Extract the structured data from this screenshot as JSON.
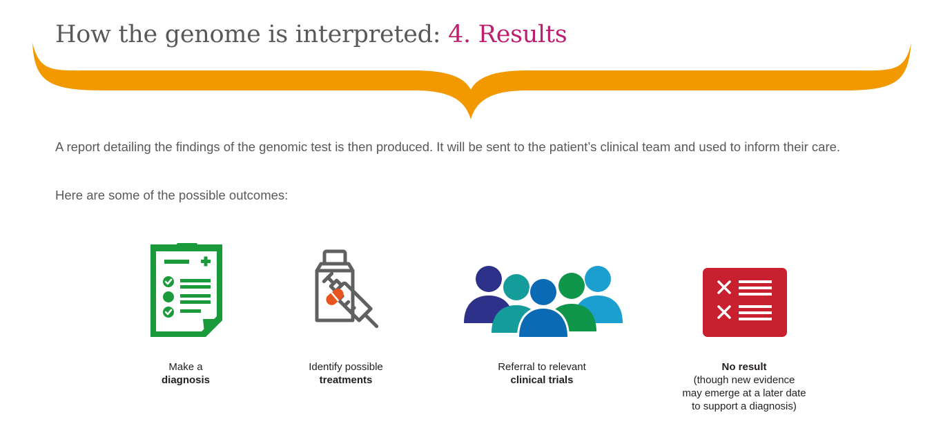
{
  "header": {
    "title_prefix": "How the genome is interpreted:",
    "title_accent": "4. Results"
  },
  "intro": {
    "paragraph": "A report detailing the findings of the genomic test is then produced. It will be sent to the patient’s clinical team and used to inform their care.",
    "outcomes_lead": "Here are some of the possible outcomes:"
  },
  "outcomes": [
    {
      "icon": "clipboard-checklist-icon",
      "line1": "Make a",
      "line2": "diagnosis"
    },
    {
      "icon": "medicine-syringe-icon",
      "line1": "Identify possible",
      "line2": "treatments"
    },
    {
      "icon": "people-group-icon",
      "line1": "Referral to relevant",
      "line2": "clinical trials"
    },
    {
      "icon": "no-result-list-icon",
      "line1": "No result",
      "line2": "(though new evidence",
      "line3": "may emerge at a later date",
      "line4": "to support a diagnosis)"
    }
  ],
  "colors": {
    "title_text": "#58595b",
    "title_accent": "#be1e6e",
    "brace": "#f29900",
    "diagnosis_green": "#1b9a3b",
    "syringe_grey": "#5f6062",
    "pill_orange": "#e8541e",
    "no_result_red": "#c8202e",
    "people": [
      "#2e3189",
      "#139c9a",
      "#0a6ab4",
      "#10964a",
      "#1a9fd0"
    ]
  }
}
